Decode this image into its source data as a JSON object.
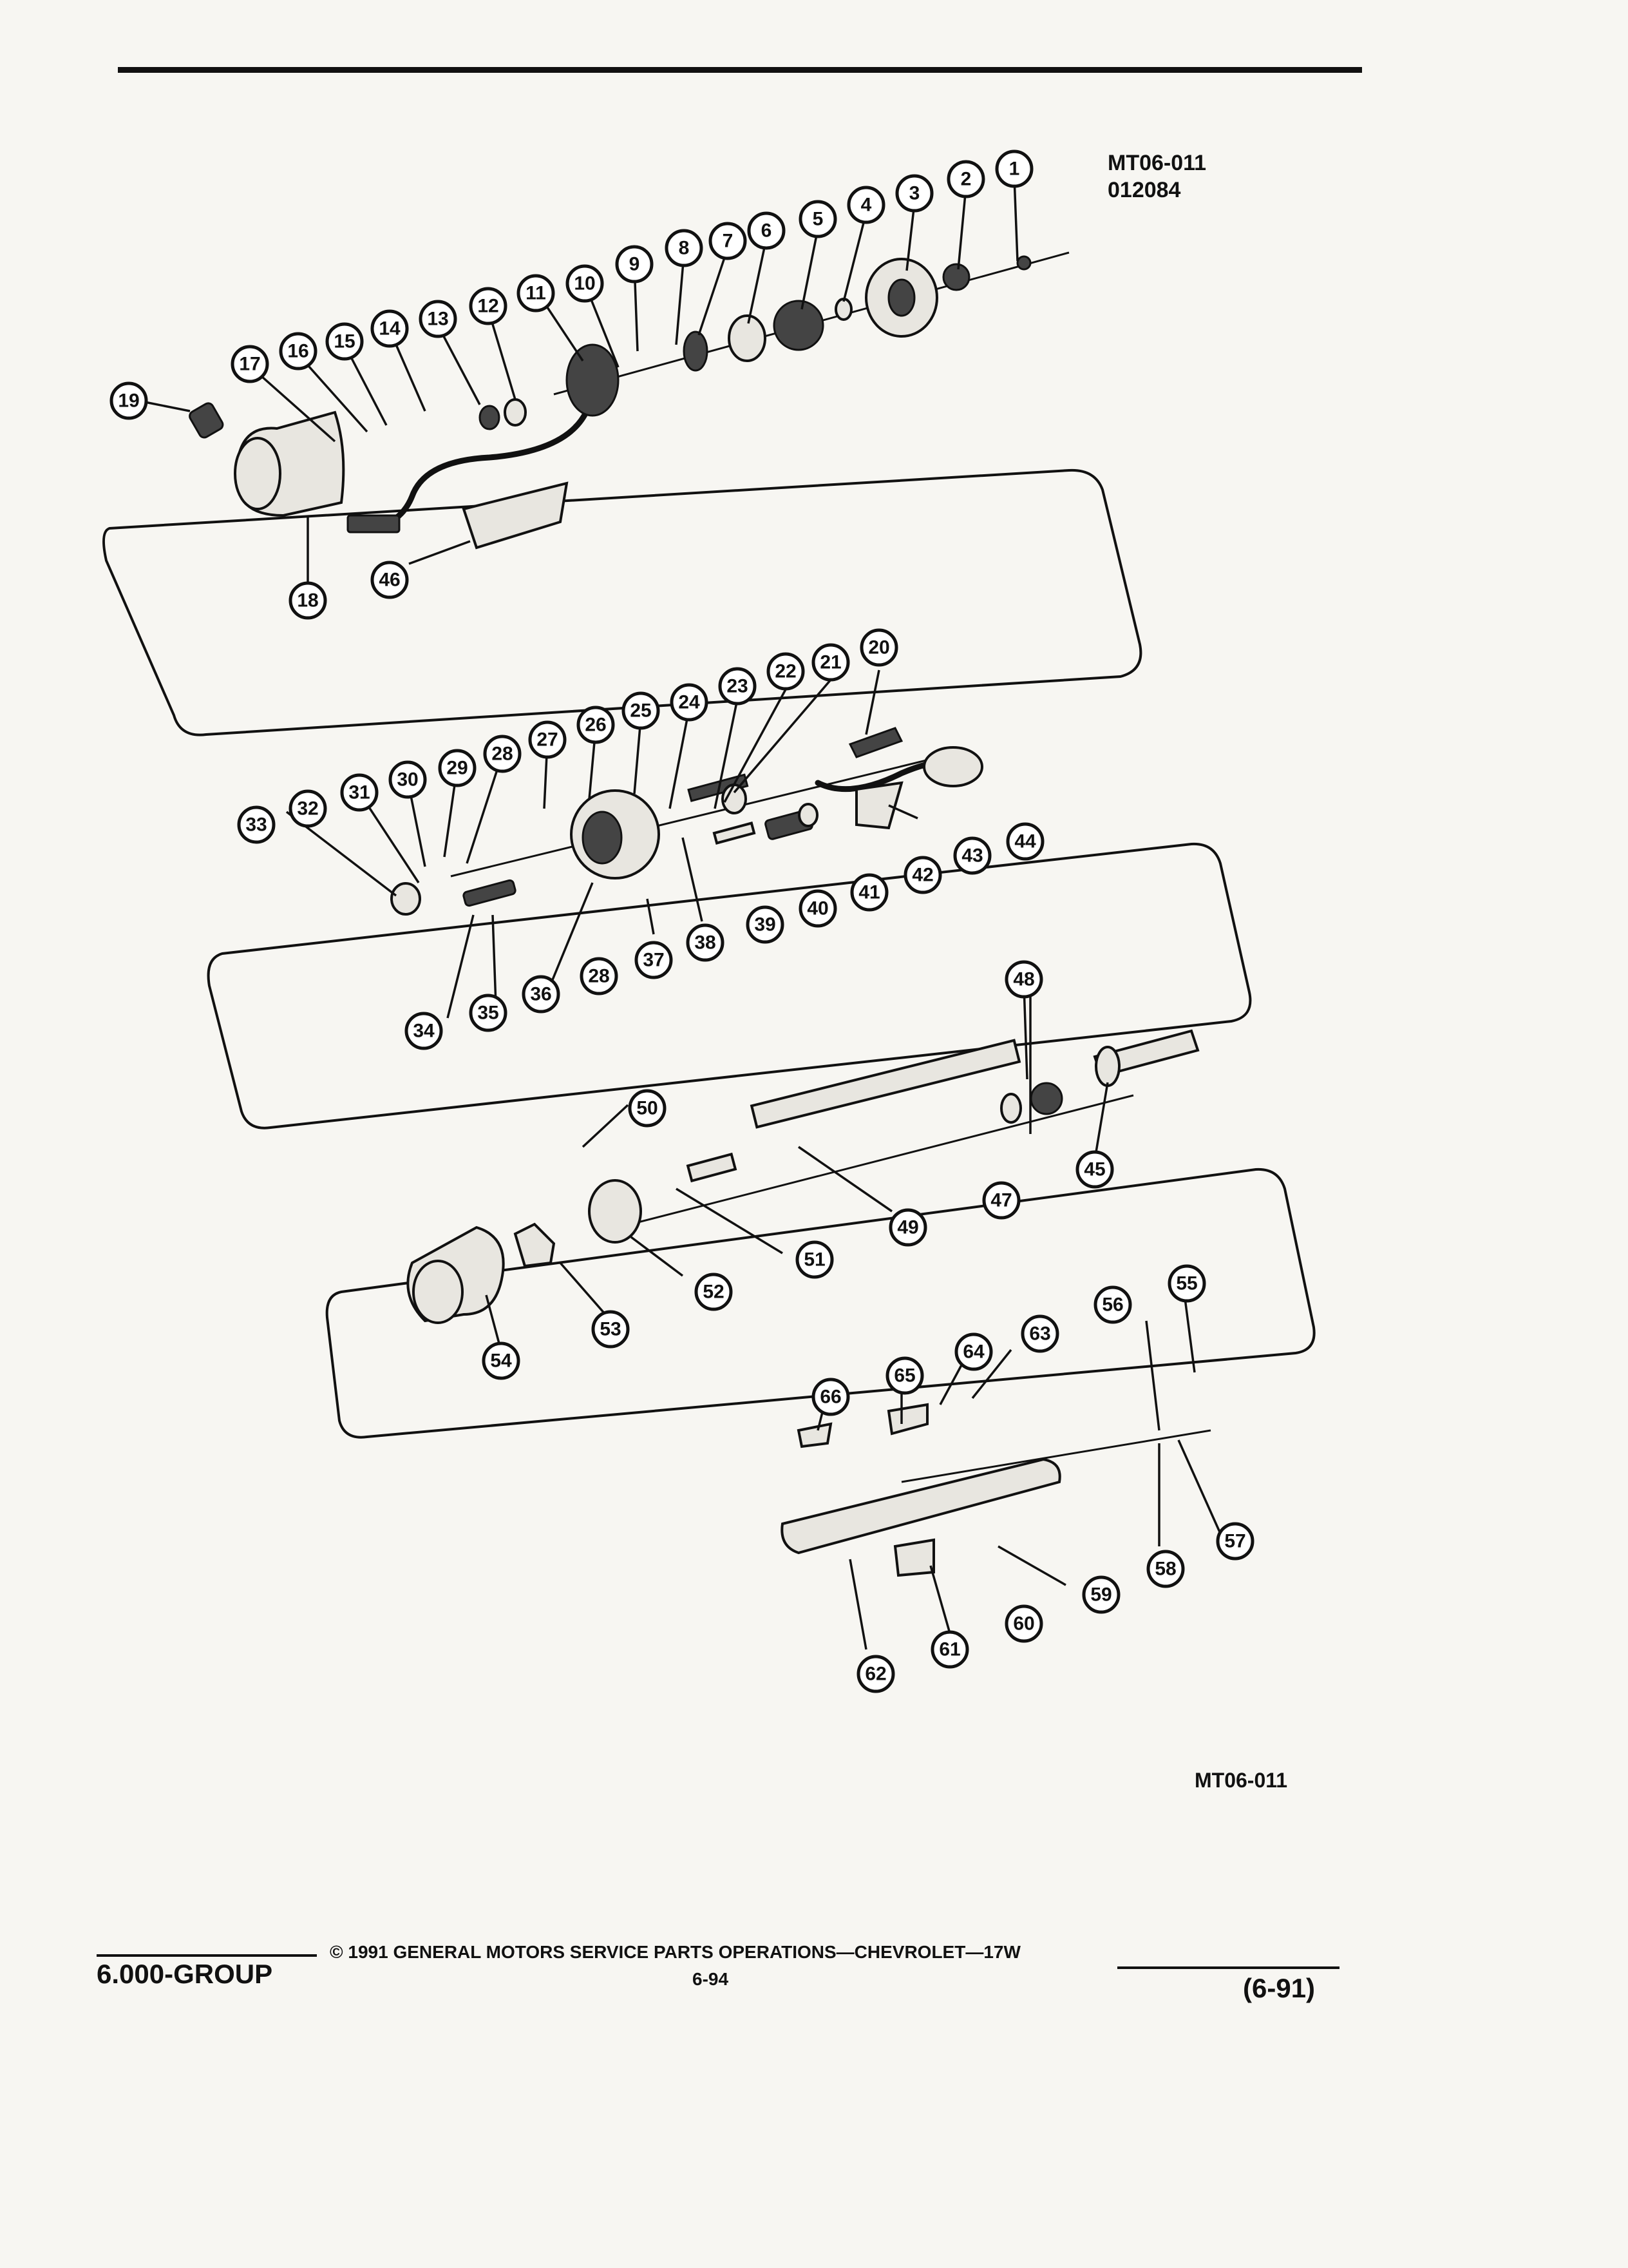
{
  "header": {
    "code_line1": "MT06-011",
    "code_line2": "012084"
  },
  "diagram": {
    "figure_code": "MT06-011",
    "callouts": [
      "1",
      "2",
      "3",
      "4",
      "5",
      "6",
      "7",
      "8",
      "9",
      "10",
      "11",
      "12",
      "13",
      "14",
      "15",
      "16",
      "17",
      "18",
      "19",
      "20",
      "21",
      "22",
      "23",
      "24",
      "25",
      "26",
      "27",
      "28",
      "29",
      "30",
      "31",
      "32",
      "33",
      "34",
      "35",
      "36",
      "37",
      "38",
      "39",
      "40",
      "41",
      "42",
      "43",
      "44",
      "45",
      "46",
      "47",
      "48",
      "49",
      "50",
      "51",
      "52",
      "53",
      "54",
      "55",
      "56",
      "57",
      "58",
      "59",
      "60",
      "61",
      "62",
      "63",
      "64",
      "65",
      "66"
    ]
  },
  "footer": {
    "group": "6.000-GROUP",
    "copyright": "© 1991 GENERAL MOTORS SERVICE PARTS OPERATIONS—CHEVROLET—17W",
    "page": "6-94",
    "revision": "(6-91)"
  }
}
